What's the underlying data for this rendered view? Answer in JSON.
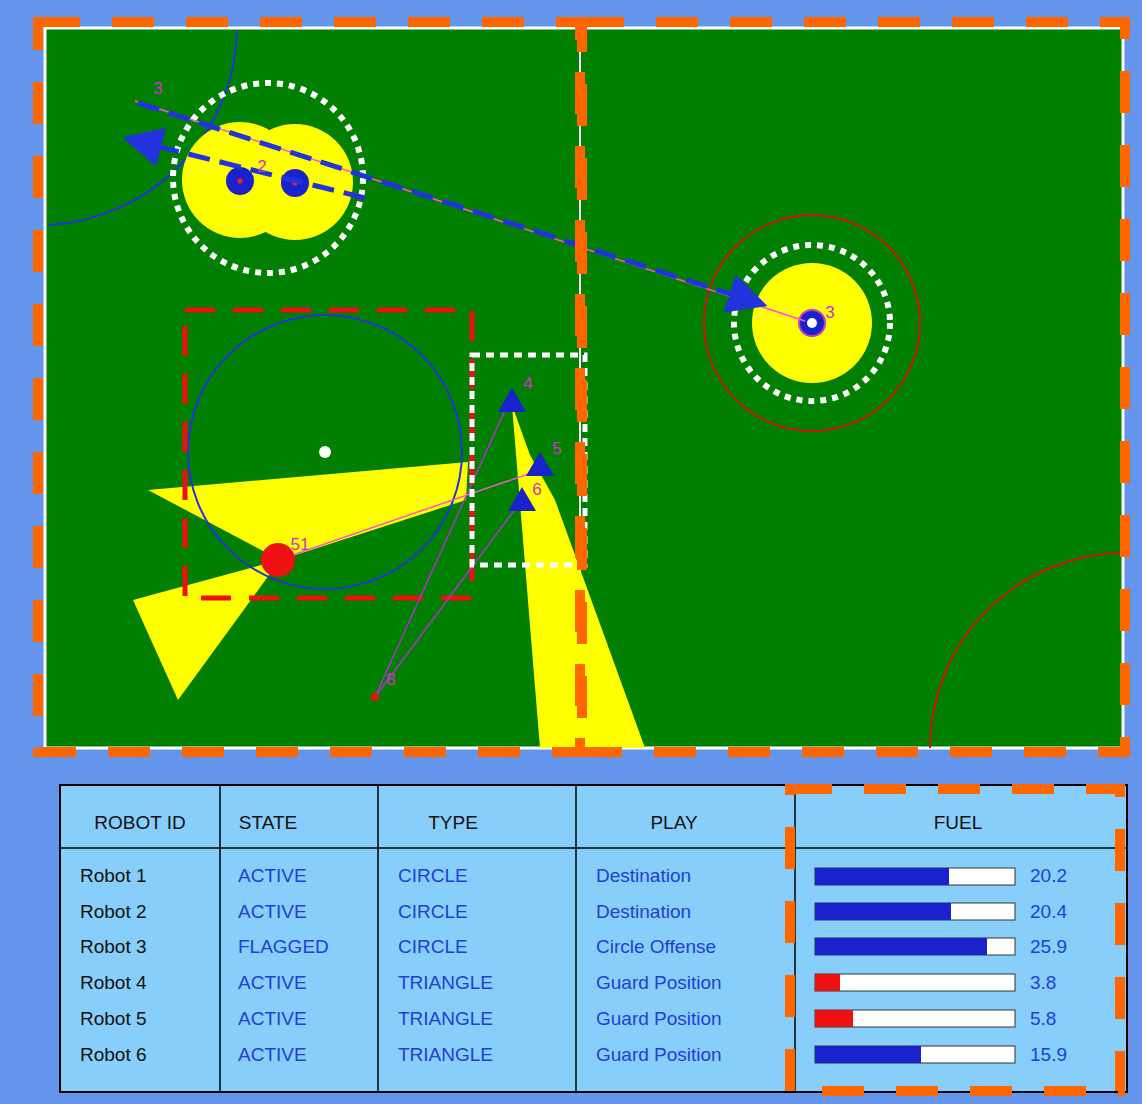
{
  "diagram": {
    "labels": [
      "3",
      "2",
      "3",
      "4",
      "5",
      "6",
      "51",
      "8",
      "ROBOT ID",
      "STATE",
      "TYPE",
      "PLAY",
      "FUEL",
      "Robot 1",
      "ACTIVE",
      "CIRCLE",
      "Destination",
      "20.2",
      "Robot 2",
      "ACTIVE",
      "CIRCLE",
      "Destination",
      "20.4",
      "Robot 3",
      "FLAGGED",
      "CIRCLE",
      "Circle Offense",
      "25.9",
      "Robot 4",
      "ACTIVE",
      "TRIANGLE",
      "Guard Position",
      "3.8",
      "Robot 5",
      "ACTIVE",
      "TRIANGLE",
      "Guard Position",
      "5.8",
      "Robot 6",
      "ACTIVE",
      "TRIANGLE",
      "Guard Position",
      "15.9"
    ]
  }
}
